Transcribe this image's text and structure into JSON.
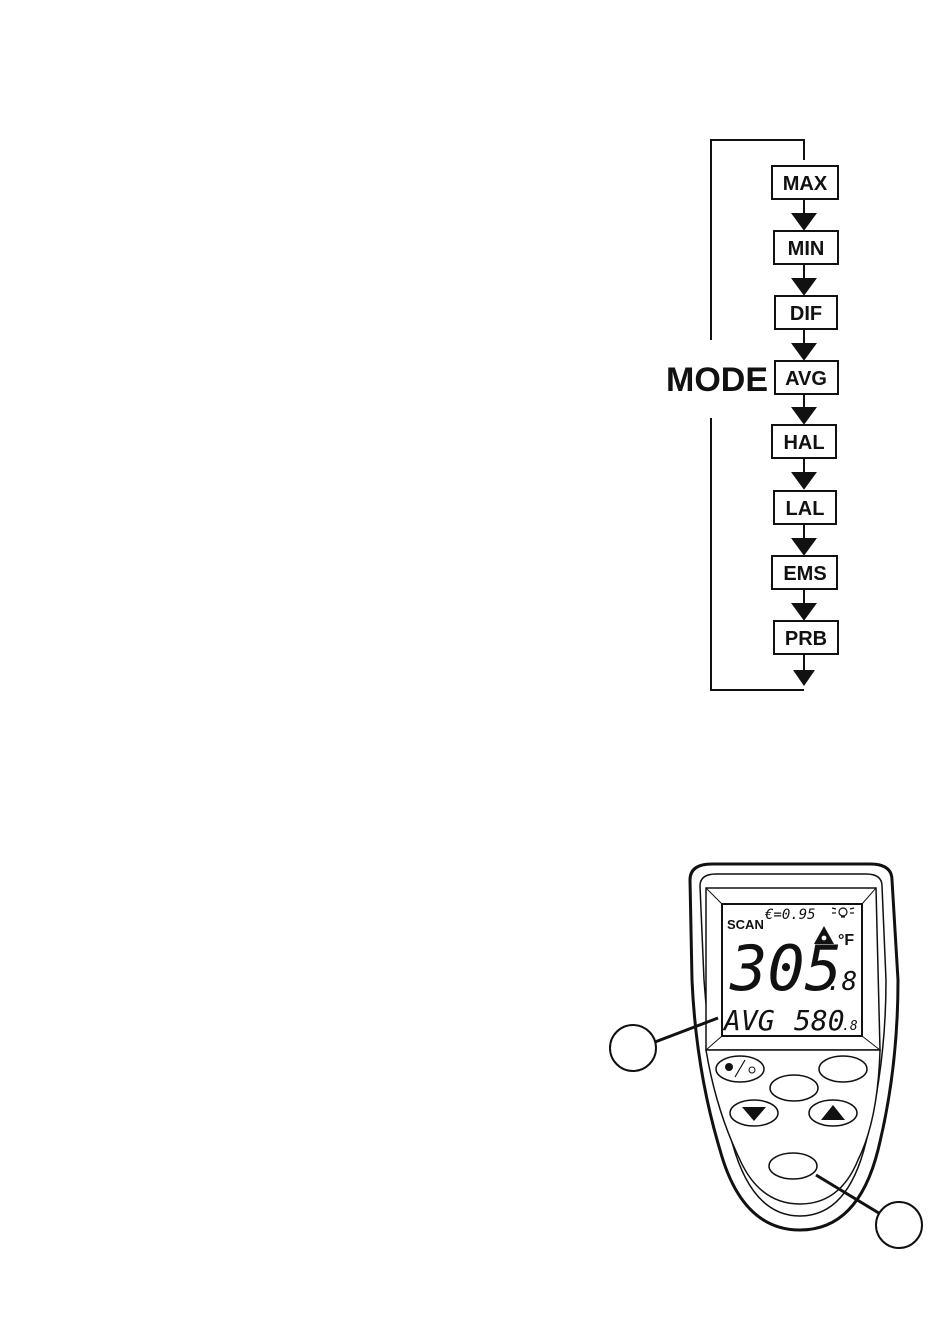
{
  "mode_diagram": {
    "label": "MODE",
    "steps": [
      "MAX",
      "MIN",
      "DIF",
      "AVG",
      "HAL",
      "LAL",
      "EMS",
      "PRB"
    ]
  },
  "device": {
    "scan_label": "SCAN",
    "emissivity": "€=0.95",
    "unit": "°F",
    "main_reading": "305",
    "main_reading_decimal": ".8",
    "sub_mode": "AVG",
    "sub_reading": "580",
    "sub_reading_decimal": ".8",
    "icons": {
      "backlight": "bulb-icon",
      "laser_warning": "laser-warning-icon",
      "laser_backlight_button": "laser-backlight-icon",
      "down": "down-arrow-icon",
      "up": "up-arrow-icon"
    }
  }
}
